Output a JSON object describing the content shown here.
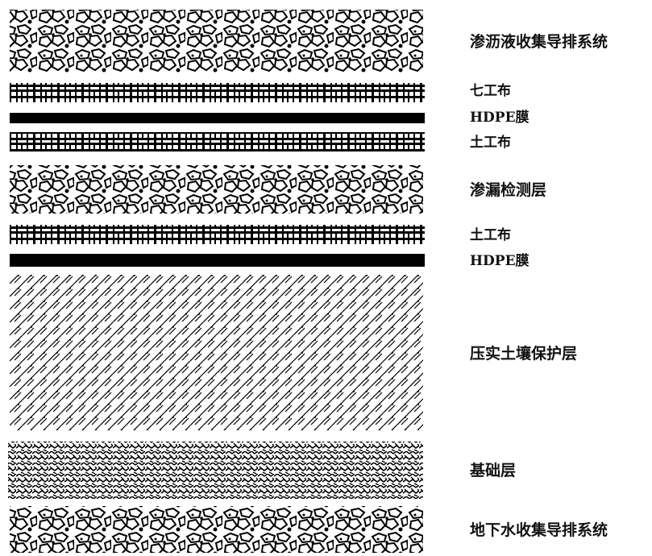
{
  "layers": [
    {
      "label": "渗沥液收集导排系统",
      "material": "gravel"
    },
    {
      "label": "七工布",
      "material": "geotextile"
    },
    {
      "label": "HDPE膜",
      "material": "membrane"
    },
    {
      "label": "土工布",
      "material": "geotextile"
    },
    {
      "label": "渗漏检测层",
      "material": "gravel"
    },
    {
      "label": "土工布",
      "material": "geotextile"
    },
    {
      "label": "HDPE膜",
      "material": "membrane"
    },
    {
      "label": "压实土壤保护层",
      "material": "compacted-soil"
    },
    {
      "label": "基础层",
      "material": "foundation"
    },
    {
      "label": "地下水收集导排系统",
      "material": "gravel"
    }
  ]
}
